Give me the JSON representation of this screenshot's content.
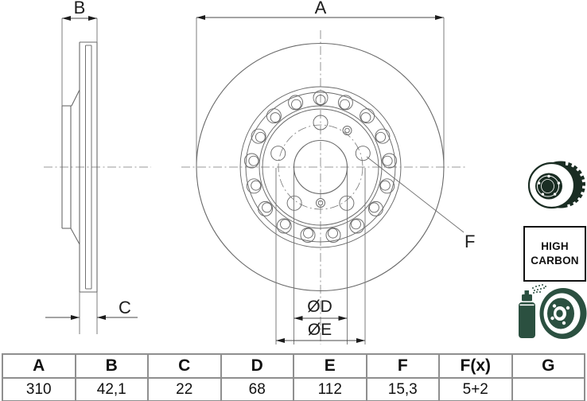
{
  "drawing": {
    "dim_a": "A",
    "dim_b": "B",
    "dim_c": "C",
    "dim_d": "ØD",
    "dim_e": "ØE",
    "dim_f": "F"
  },
  "high_carbon_badge": {
    "line1": "HIGH",
    "line2": "CARBON"
  },
  "table": {
    "headers": [
      "A",
      "B",
      "C",
      "D",
      "E",
      "F",
      "F(x)",
      "G"
    ],
    "values": [
      "310",
      "42,1",
      "22",
      "68",
      "112",
      "15,3",
      "5+2",
      ""
    ]
  },
  "icons": {
    "top": "vented-brake-disc-icon",
    "bottom": "spray-can-coated-disc-icon"
  },
  "colors": {
    "drawing_line": "#6a6a6a",
    "ink": "#1c1c1c",
    "table_border": "#8f8f8f",
    "icon_dark": "#1a2d23",
    "icon_green": "#2b5040"
  }
}
